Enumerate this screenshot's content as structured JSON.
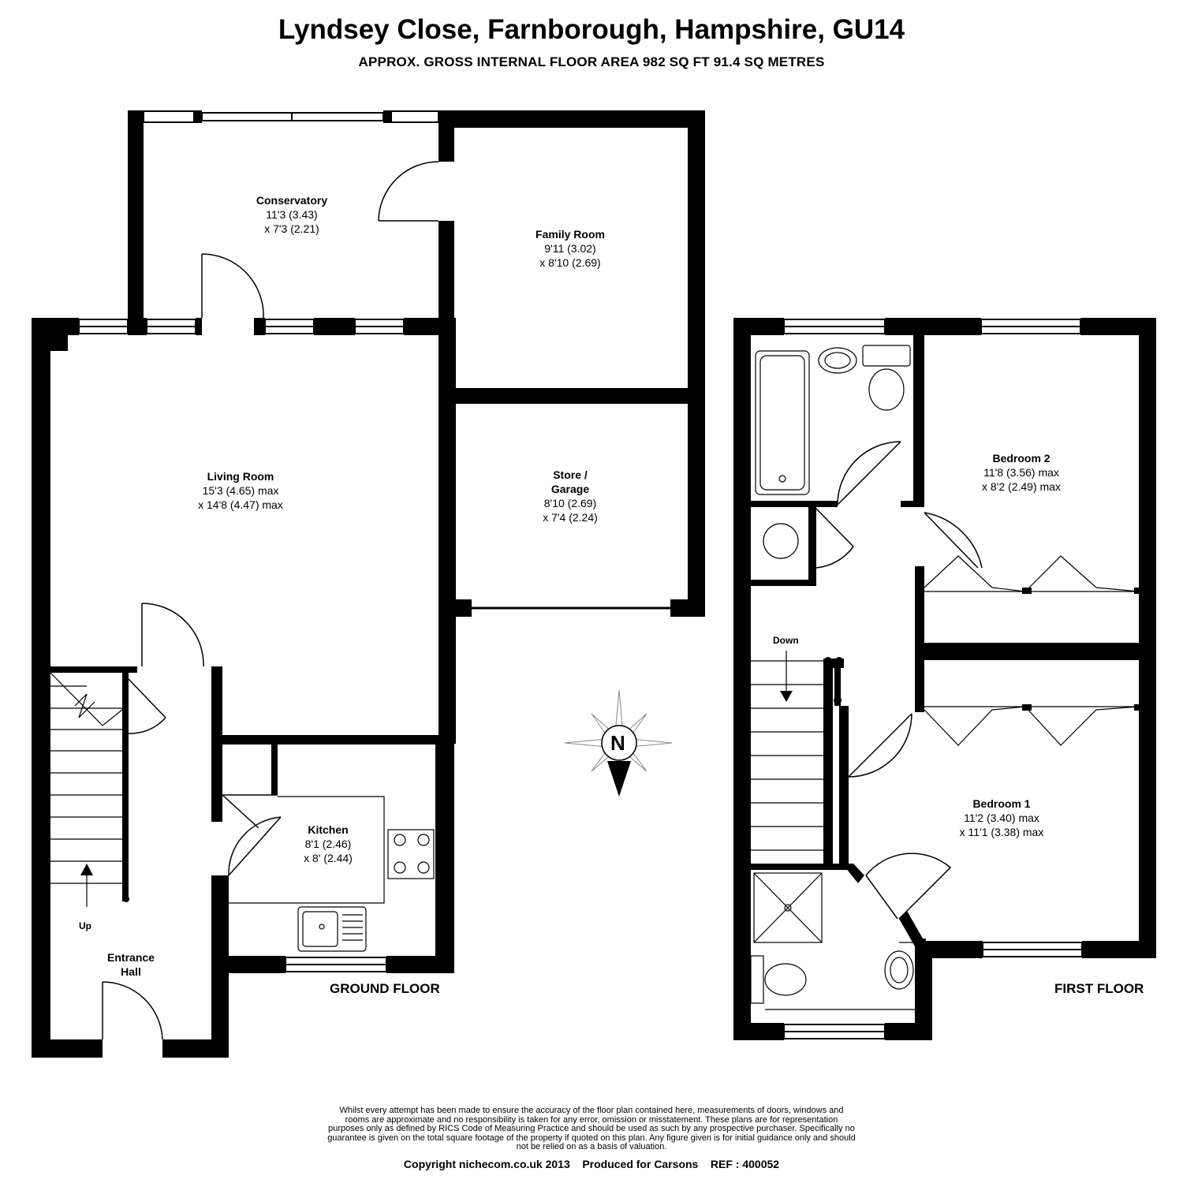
{
  "header": {
    "title": "Lyndsey Close, Farnborough, Hampshire, GU14",
    "subtitle": "APPROX. GROSS INTERNAL FLOOR AREA 982 SQ FT 91.4 SQ METRES"
  },
  "rooms": {
    "conservatory": {
      "name": "Conservatory",
      "dim1": "11'3 (3.43)",
      "dim2": "x 7'3 (2.21)"
    },
    "family_room": {
      "name": "Family Room",
      "dim1": "9'11 (3.02)",
      "dim2": "x 8'10 (2.69)"
    },
    "living_room": {
      "name": "Living Room",
      "dim1": "15'3 (4.65) max",
      "dim2": "x 14'8 (4.47) max"
    },
    "store_garage": {
      "name1": "Store /",
      "name2": "Garage",
      "dim1": "8'10 (2.69)",
      "dim2": "x 7'4 (2.24)"
    },
    "kitchen": {
      "name": "Kitchen",
      "dim1": "8'1 (2.46)",
      "dim2": "x 8' (2.44)"
    },
    "entrance_hall": {
      "name1": "Entrance",
      "name2": "Hall"
    },
    "bedroom_2": {
      "name": "Bedroom 2",
      "dim1": "11'8 (3.56) max",
      "dim2": "x 8'2 (2.49) max"
    },
    "bedroom_1": {
      "name": "Bedroom 1",
      "dim1": "11'2 (3.40) max",
      "dim2": "x 11'1 (3.38) max"
    }
  },
  "labels": {
    "up": "Up",
    "down": "Down",
    "ground_floor": "GROUND FLOOR",
    "first_floor": "FIRST FLOOR",
    "north": "N"
  },
  "footer": {
    "disclaimer": [
      "Whilst every attempt has been made to ensure the accuracy of the floor plan contained here, measurements of doors, windows and",
      "rooms are approximate and no responsibility is taken for any error, omission or misstatement. These plans are for representation",
      "purposes only as defined by RICS Code of Measuring Practice and should be used as such by any prospective purchaser.  Specifically no",
      "guarantee is given on the total square footage of the property if quoted on this plan. Any figure given is for initial guidance only and should",
      "not be relied on as a basis of valuation."
    ],
    "copyright": "Copyright nichecom.co.uk 2013    Produced for Carsons    REF : 400052"
  }
}
